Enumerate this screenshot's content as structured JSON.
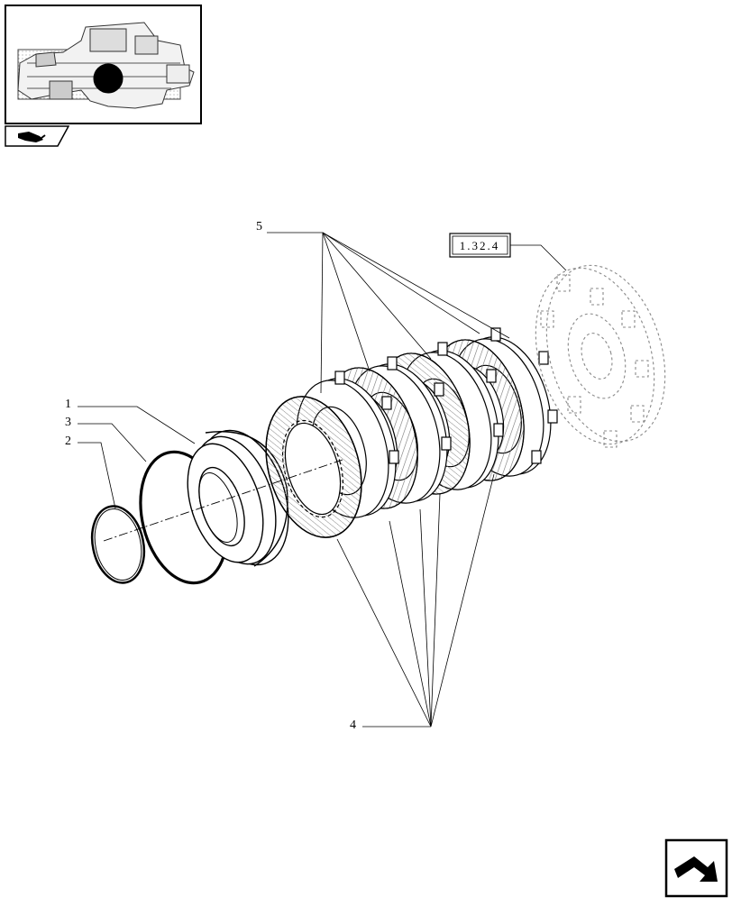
{
  "callouts": {
    "item_1": "1",
    "item_2": "2",
    "item_3": "3",
    "item_4": "4",
    "item_5": "5"
  },
  "reference": {
    "label": "1.32.4"
  },
  "icons": {
    "thumbnail": "tractor-location-thumbnail",
    "tab": "tractor-tab-icon",
    "next_page": "next-page-arrow-icon"
  }
}
